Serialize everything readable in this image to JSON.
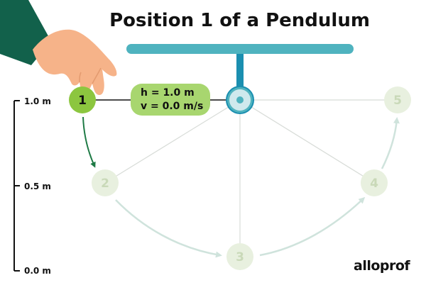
{
  "title": "Position 1 of a Pendulum",
  "axis": {
    "top_label": "1.0 m",
    "mid_label": "0.5 m",
    "bottom_label": "0.0 m"
  },
  "info_box": {
    "height": "h = 1.0 m",
    "velocity": "v = 0.0 m/s"
  },
  "positions": [
    {
      "label": "1",
      "state": "active"
    },
    {
      "label": "2",
      "state": "faded"
    },
    {
      "label": "3",
      "state": "faded"
    },
    {
      "label": "4",
      "state": "faded"
    },
    {
      "label": "5",
      "state": "faded"
    }
  ],
  "brand": "alloprof",
  "colors": {
    "active_ball": "#8cc63f",
    "faded_ball": "#e8f0df",
    "faded_text": "#c9d9b8",
    "support_bar": "#4fb3bf",
    "pivot": "#1b8fb0",
    "sleeve": "#12614b",
    "hand": "#f6b389",
    "info_box": "#a8d66f",
    "arrow_active": "#1e7a45",
    "arrow_faded": "#cfe3dc"
  },
  "icons": [
    "hand-icon",
    "pivot-icon"
  ]
}
